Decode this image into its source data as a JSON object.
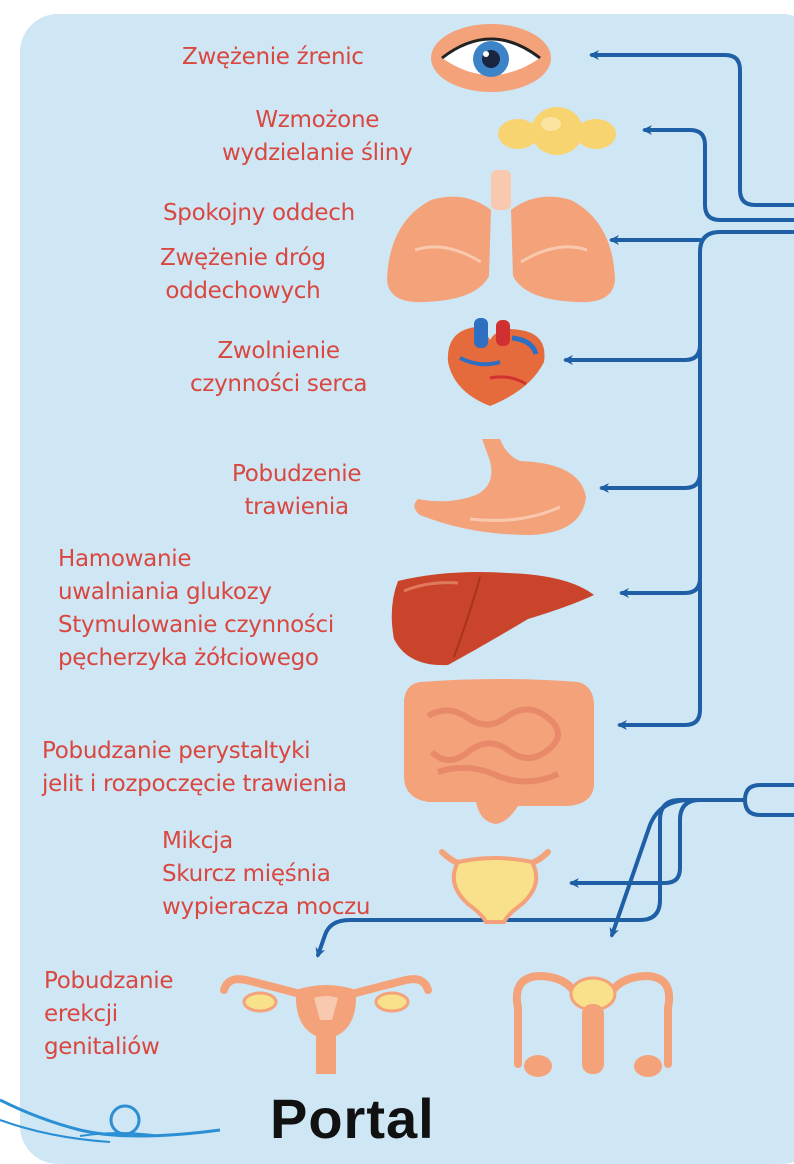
{
  "colors": {
    "panel": "#cfe6f5",
    "arrow": "#1f5fa6",
    "label": "#d9473f",
    "organ": "#f4a27a"
  },
  "labels": {
    "pupil": [
      "Zwężenie źrenic"
    ],
    "saliva": [
      "Wzmożone",
      "wydzielanie śliny"
    ],
    "breath": [
      "Spokojny oddech"
    ],
    "airways": [
      "Zwężenie dróg",
      "oddechowych"
    ],
    "heart": [
      "Zwolnienie",
      "czynności serca"
    ],
    "digestion": [
      "Pobudzenie",
      "trawienia"
    ],
    "liver": [
      "Hamowanie",
      "uwalniania glukozy",
      "Stymulowanie czynności",
      "pęcherzyka żółciowego"
    ],
    "intestine": [
      "Pobudzanie perystaltyki",
      "jelit i rozpoczęcie trawienia"
    ],
    "bladder": [
      "Mikcja",
      "Skurcz mięśnia",
      "wypieracza moczu"
    ],
    "genital": [
      "Pobudzanie",
      "erekcji",
      "genitaliów"
    ]
  },
  "organs": [
    "eye-icon",
    "salivary-gland-icon",
    "lungs-icon",
    "heart-icon",
    "stomach-icon",
    "liver-icon",
    "intestine-icon",
    "bladder-icon",
    "female-reproductive-icon",
    "male-reproductive-icon"
  ],
  "brand": {
    "name": "Portal"
  }
}
